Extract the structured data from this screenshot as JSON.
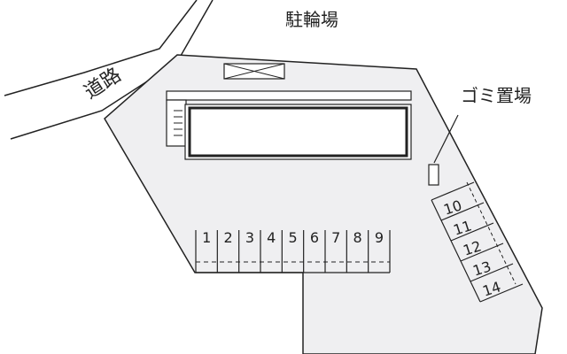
{
  "labels": {
    "road": "道路",
    "bicycle_parking": "駐輪場",
    "garbage_area": "ゴミ置場"
  },
  "parking_row": [
    "1",
    "2",
    "3",
    "4",
    "5",
    "6",
    "7",
    "8",
    "9"
  ],
  "parking_diagonal": [
    "10",
    "11",
    "12",
    "13",
    "14"
  ],
  "colors": {
    "lot_fill": "#efeff1",
    "line": "#222222",
    "building_fill": "#ffffff"
  }
}
